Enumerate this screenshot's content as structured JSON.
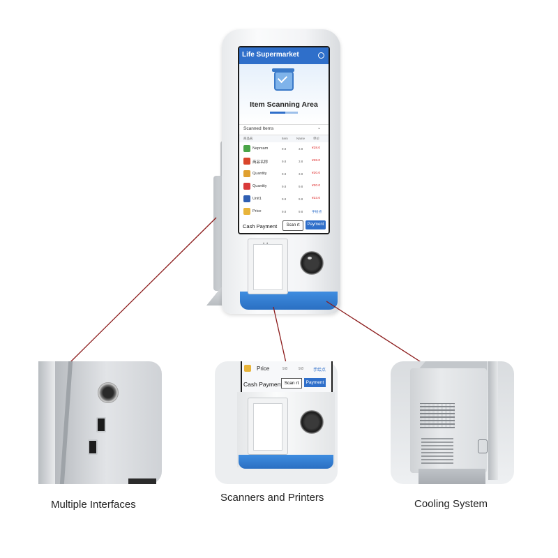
{
  "kiosk": {
    "screen_title": "Life Supermarket",
    "hero_title": "Item Scanning Area",
    "section_label": "Scanned Items",
    "table_headers": [
      "商品名",
      "Item",
      "Name",
      "单价"
    ],
    "rows": [
      {
        "name": "Neprsam",
        "c1": "9.8",
        "c2": "3.8",
        "price": "¥28.0",
        "icon_color": "#4aa548"
      },
      {
        "name": "商品名称",
        "c1": "9.8",
        "c2": "3.8",
        "price": "¥28.0",
        "icon_color": "#d9452b"
      },
      {
        "name": "Quantity",
        "c1": "9.8",
        "c2": "3.8",
        "price": "¥20.0",
        "icon_color": "#e0a030"
      },
      {
        "name": "Quantity",
        "c1": "9.8",
        "c2": "9.8",
        "price": "¥20.0",
        "icon_color": "#d93a3a"
      },
      {
        "name": "Unit1",
        "c1": "9.8",
        "c2": "9.8",
        "price": "¥23.0",
        "icon_color": "#2f5fb3"
      },
      {
        "name": "Price",
        "c1": "9.8",
        "c2": "9.8",
        "price": "手绘点",
        "icon_color": "#e8b43a"
      }
    ],
    "pay_label": "Cash Payment",
    "scan_button": "Scan rt",
    "payment_button": "Payment"
  },
  "panel2": {
    "row_name": "Price",
    "row_c1": "9.8",
    "row_c2": "9.8",
    "row_price": "手绘点",
    "pay_label": "Cash Payment",
    "scan_button": "Scan rt",
    "payment_button": "Payment"
  },
  "captions": {
    "left": "Multiple Interfaces",
    "middle": "Scanners and Printers",
    "right": "Cooling System"
  },
  "colors": {
    "accent_blue": "#2f6fca",
    "connector_red": "#8b1a1a",
    "price_red": "#dd2222"
  }
}
